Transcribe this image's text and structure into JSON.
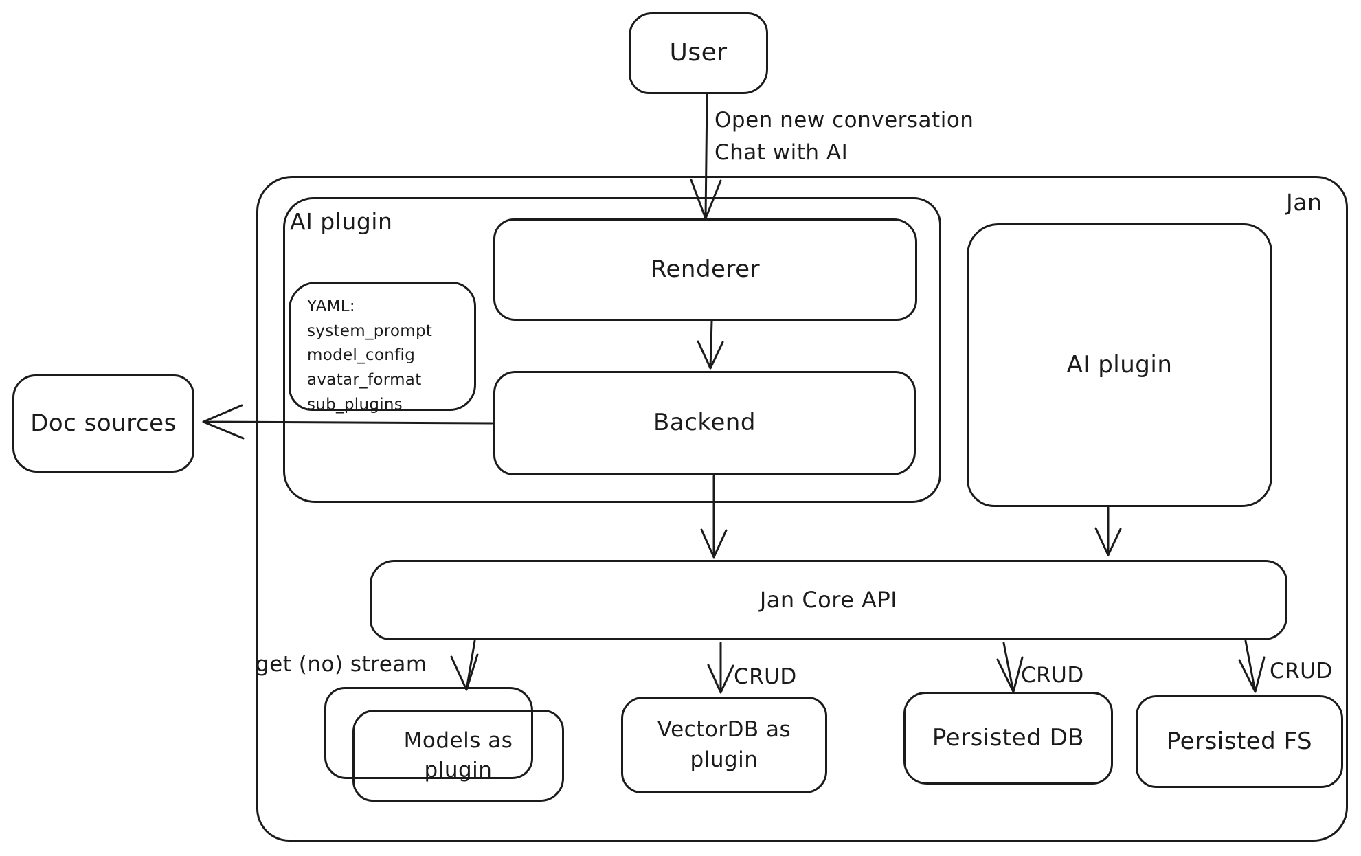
{
  "canvas": {
    "background": "#ffffff",
    "stroke_color": "#1b1b1b"
  },
  "nodes": {
    "user": {
      "label": "User"
    },
    "jan_container": {
      "label": "Jan"
    },
    "ai_plugin_group": {
      "label": "AI plugin"
    },
    "renderer": {
      "label": "Renderer"
    },
    "yaml_note": {
      "label": "YAML:\nsystem_prompt\nmodel_config\navatar_format\nsub_plugins"
    },
    "backend": {
      "label": "Backend"
    },
    "ai_plugin_right": {
      "label": "AI plugin"
    },
    "doc_sources": {
      "label": "Doc sources"
    },
    "jan_core_api": {
      "label": "Jan Core API"
    },
    "models_plugin": {
      "label": "Models as\nplugin"
    },
    "vectordb_plugin": {
      "label": "VectorDB as\nplugin"
    },
    "persisted_db": {
      "label": "Persisted DB"
    },
    "persisted_fs": {
      "label": "Persisted FS"
    }
  },
  "edge_labels": {
    "user_flow": "Open new conversation\nChat with AI",
    "models_flow": "get (no) stream",
    "vectordb_flow": "CRUD",
    "persisted_db_flow": "CRUD",
    "persisted_fs_flow": "CRUD"
  }
}
